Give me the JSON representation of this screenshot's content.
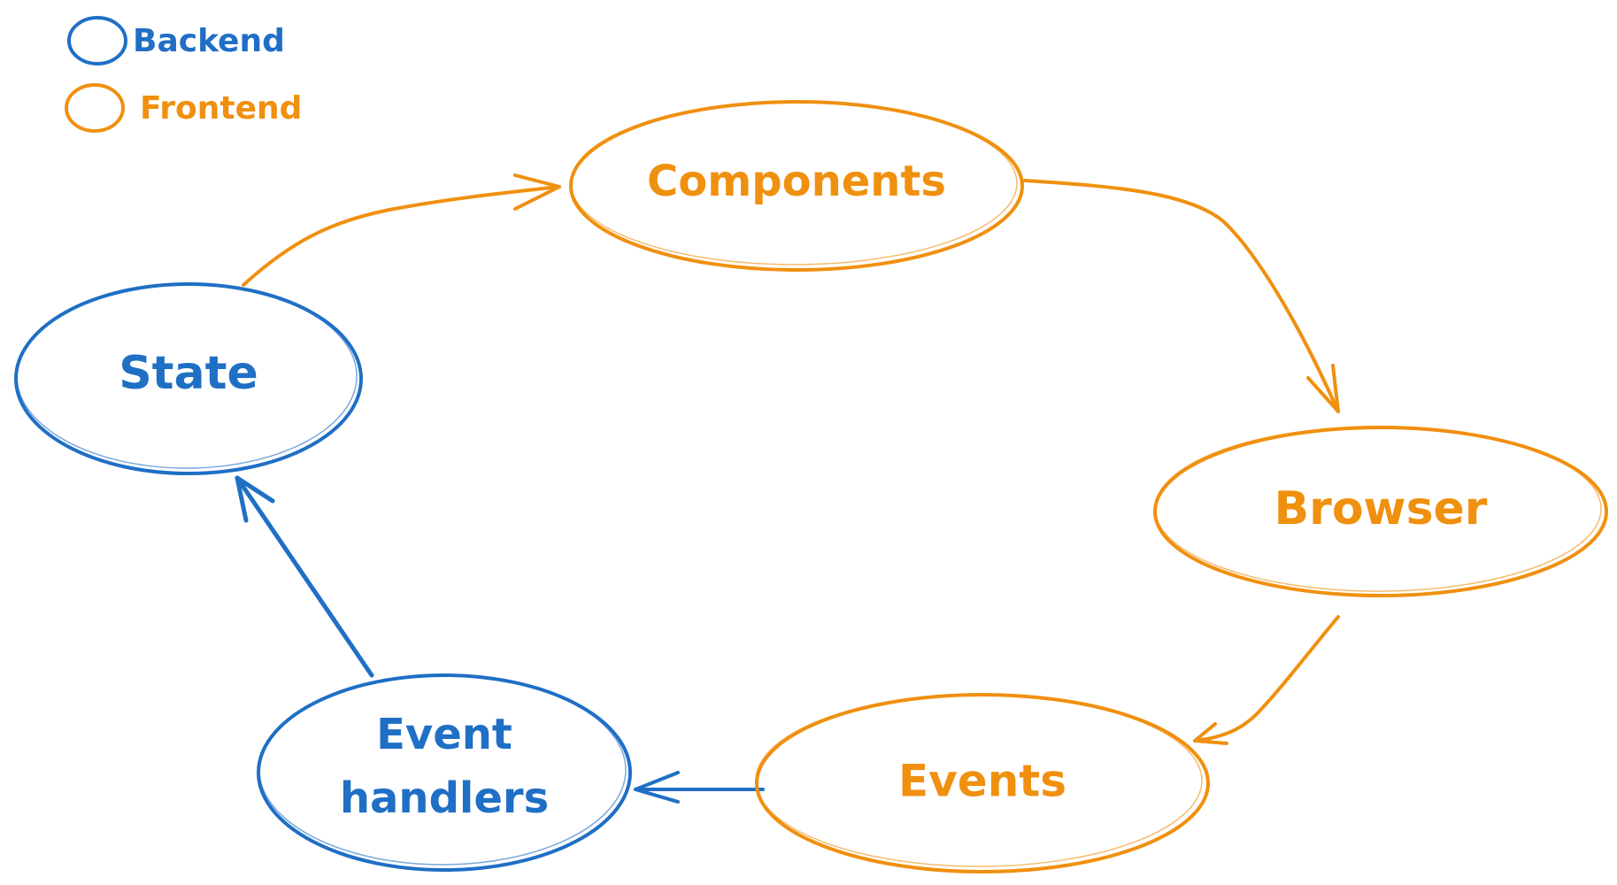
{
  "colors": {
    "backend": "#1f6fc5",
    "frontend": "#f0900f"
  },
  "legend": {
    "backend_label": "Backend",
    "frontend_label": "Frontend"
  },
  "nodes": {
    "components": "Components",
    "browser": "Browser",
    "events": "Events",
    "event_handlers_line1": "Event",
    "event_handlers_line2": "handlers",
    "state": "State"
  }
}
